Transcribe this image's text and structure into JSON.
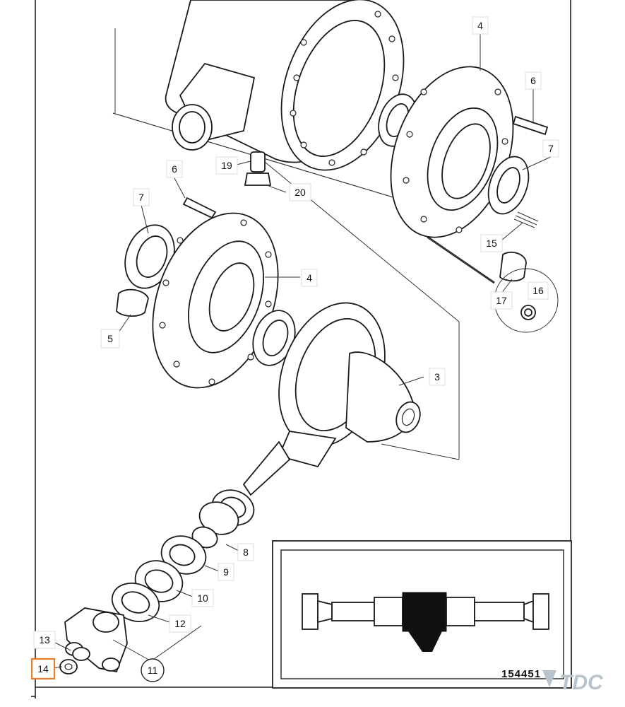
{
  "diagram": {
    "reference_number": "154451",
    "brand": "TDC",
    "highlighted_callout": "14",
    "accent_color": "#f07a24",
    "callouts": [
      {
        "id": "c-4a",
        "label": "4"
      },
      {
        "id": "c-6a",
        "label": "6"
      },
      {
        "id": "c-7a",
        "label": "7"
      },
      {
        "id": "c-19",
        "label": "19"
      },
      {
        "id": "c-20",
        "label": "20"
      },
      {
        "id": "c-6b",
        "label": "6"
      },
      {
        "id": "c-7b",
        "label": "7"
      },
      {
        "id": "c-4b",
        "label": "4"
      },
      {
        "id": "c-5",
        "label": "5"
      },
      {
        "id": "c-15",
        "label": "15"
      },
      {
        "id": "c-17",
        "label": "17"
      },
      {
        "id": "c-16",
        "label": "16"
      },
      {
        "id": "c-3",
        "label": "3"
      },
      {
        "id": "c-8",
        "label": "8"
      },
      {
        "id": "c-9",
        "label": "9"
      },
      {
        "id": "c-10",
        "label": "10"
      },
      {
        "id": "c-12",
        "label": "12"
      },
      {
        "id": "c-13",
        "label": "13"
      },
      {
        "id": "c-11",
        "label": "11"
      },
      {
        "id": "c-14",
        "label": "14"
      }
    ]
  }
}
